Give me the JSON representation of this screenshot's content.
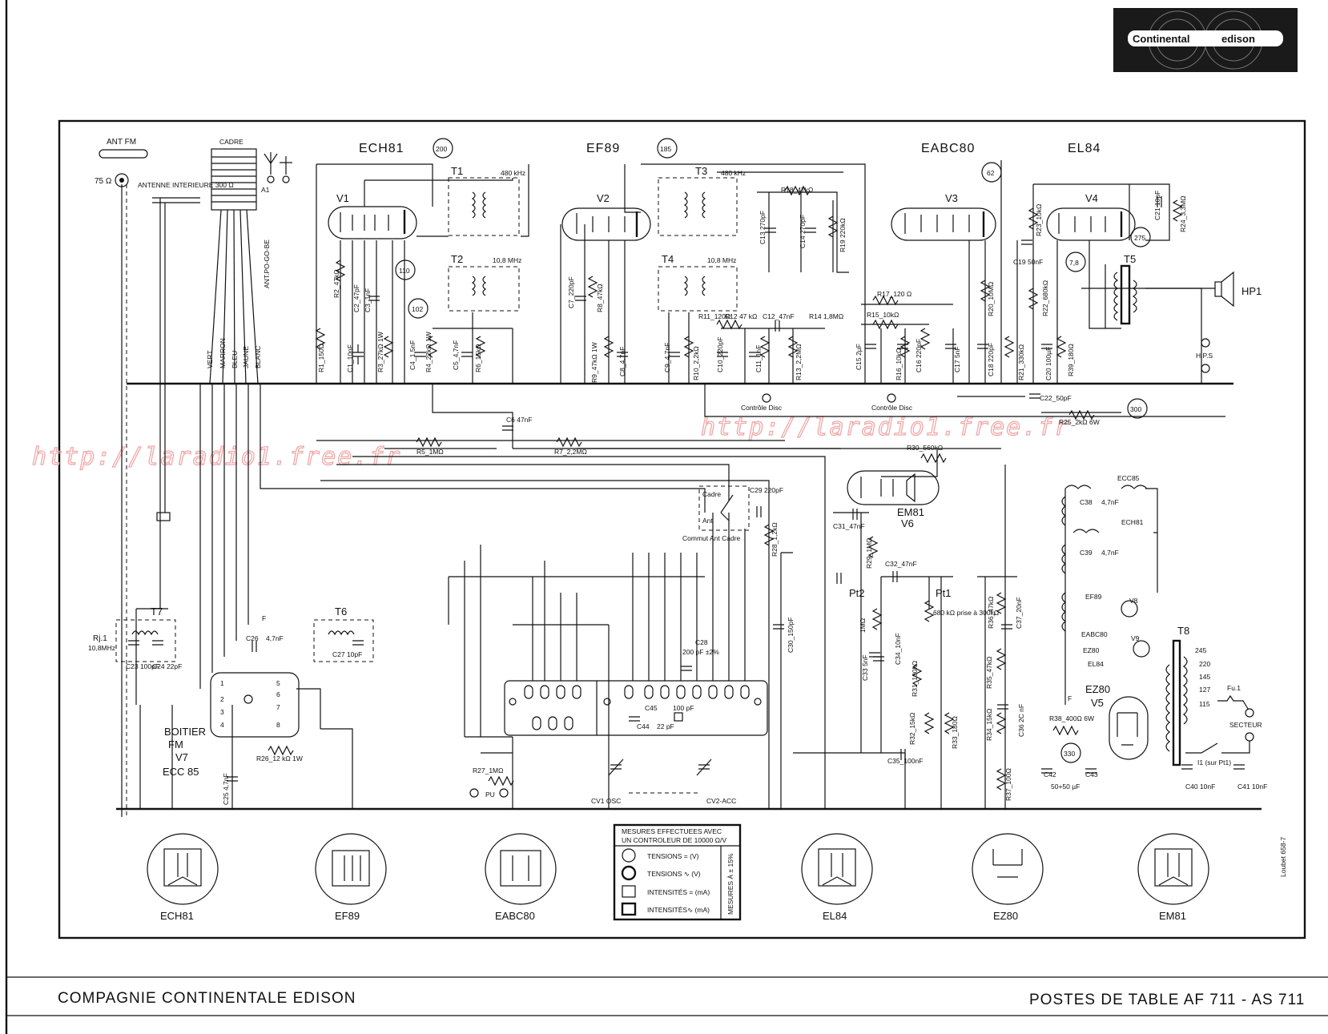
{
  "logo": {
    "text_left": "Continental",
    "text_right": "edison"
  },
  "watermark": [
    "http://laradio1.free.fr",
    "http://laradio1.free.fr"
  ],
  "footer": {
    "left": "COMPAGNIE CONTINENTALE EDISON",
    "right": "POSTES DE TABLE AF 711 - AS 711"
  },
  "tubes": {
    "v1": {
      "type": "ECH81",
      "ref": "V1"
    },
    "v2": {
      "type": "EF89",
      "ref": "V2"
    },
    "v3": {
      "type": "EABC80",
      "ref": "V3"
    },
    "v4": {
      "type": "EL84",
      "ref": "V4"
    },
    "v6": {
      "type": "EM81",
      "ref": "V6"
    },
    "v5": {
      "type": "EZ80",
      "ref": "V5"
    },
    "v7": {
      "type": "ECC 85",
      "ref": "V7"
    }
  },
  "test_points": [
    "200",
    "185",
    "62",
    "110",
    "102",
    "275",
    "7,8",
    "300",
    "330"
  ],
  "antenna": {
    "ant_fm": "ANT FM",
    "ohm75": "75 Ω",
    "interior": "ANTENNE INTERIEURE 300 Ω",
    "cadre": "CADRE",
    "a1": "A1",
    "ant_po_go_be": "ANT.PO-GO-BE",
    "wires": [
      "VERT",
      "MARRON",
      "BLEU",
      "JAUNE",
      "BLANC"
    ]
  },
  "transformers": {
    "t1": "T1",
    "t2": "T2",
    "t3": "T3",
    "t4": "T4",
    "t5": "T5",
    "t6": "T6",
    "t7": "T7",
    "t8": "T8",
    "f480a": "480 kHz",
    "f108a": "10,8 MHz",
    "f480b": "480 kHz",
    "f108b": "10,8 MHz",
    "rj1": "Rj.1",
    "rj1_freq": "10,8MHz"
  },
  "components": {
    "r1": "R1_150Ω",
    "c1": "C1_10nF",
    "r2": "R2_47kΩ",
    "c2": "C2_47pF",
    "c3": "C3_1nF",
    "r3": "R3_27kΩ 1W",
    "c4": "C4_1,5nF",
    "r4": "R4_22kΩ 1W",
    "c5": "C5_4,7nF",
    "r6": "R6_15kΩ",
    "c7": "C7_220pF",
    "r8": "R8_47kΩ",
    "r9": "R9_47kΩ 1W",
    "c8": "C8_4,7nF",
    "c9": "C9_4,7nF",
    "r10": "R10_2,2kΩ",
    "c10": "C10_220pF",
    "c11": "C11_1nF",
    "r13": "R13_2,2MΩ",
    "r11": "R11_120Ω",
    "r12": "R12 47 kΩ",
    "c12": "C12_47nF",
    "r14": "R14 1,8MΩ",
    "c13": "C13 270pF",
    "c14": "C14 270pF",
    "r18": "R18_47kΩ",
    "r19": "R19 220kΩ",
    "r17": "R17_120 Ω",
    "r15": "R15_10kΩ",
    "c15": "C15 2µF",
    "r16": "R16_10kΩ",
    "c16": "C16 220pF",
    "c17": "C17 5nF",
    "r20": "R20_10MΩ",
    "c18": "C18 220pF",
    "r21": "R21_330kΩ",
    "r23": "R23_10kΩ",
    "c19": "C19 50nF",
    "r22": "R22_680kΩ",
    "c20": "C20 100µF",
    "r39": "R39_180Ω",
    "c21": "C21 10pF",
    "r24": "R24_3,3MΩ",
    "c6": "C6 47nF",
    "c22": "C22_50pF",
    "r25": "R25_2kΩ 6W",
    "r5": "R5_1MΩ",
    "r7": "R7_2,2MΩ",
    "r30": "R30_560kΩ",
    "c31": "C31_47nF",
    "r29": "R29_1MΩ",
    "c32": "C32_47nF",
    "pt1": "Pt1",
    "pt1_val": "680 kΩ prise à 300kΩ",
    "pt2": "Pt2",
    "pt2_val": "1MΩ",
    "c33": "C33 5nF",
    "c34": "C34_10nF",
    "r31": "R31_100kΩ",
    "r32": "R32_15kΩ",
    "r33": "R33_180Ω",
    "c35": "C35_100nF",
    "r36": "R36_47kΩ",
    "c37": "C37_20nF",
    "r35": "R35_47kΩ",
    "r34": "R34_15kΩ",
    "c36": "C36 2C nF",
    "r37": "R37_100Ω",
    "r38": "R38_400Ω 6W",
    "c42": "C42",
    "c43": "C43",
    "c42_43": "50+50 µF",
    "c40": "C40 10nF",
    "c41": "C41 10nF",
    "c29": "C29 220pF",
    "r28": "R28_1,2kΩ",
    "c30": "C30_150pF",
    "c26": "C26",
    "c26_val": "4,7nF",
    "c27": "C27 10pF",
    "c23": "C23 100pF",
    "c24": "C24 22pF",
    "c25": "C25 4,7nF",
    "r26": "R26_12 kΩ 1W",
    "r27": "R27_1MΩ",
    "c28": "C28",
    "c28_val": "200 pF ±2%",
    "c45": "C45",
    "c45_val": "100 pF",
    "c44": "C44",
    "c44_val": "22 pF",
    "cv1": "CV1 OSC",
    "cv2": "CV2-ACC",
    "pu": "PU",
    "f": "F"
  },
  "labels": {
    "controle_disc_1": "Contrôle Disc",
    "controle_disc_2": "Contrôle Disc",
    "commut_cadre": "Cadre",
    "commut_ant": "Ant",
    "commut": "Commut Ant Cadre",
    "boitier": "BOITIER",
    "fm": "FM",
    "hp1": "HP1",
    "hps": "H.P.S",
    "secteur": "SECTEUR",
    "fu1": "Fu.1",
    "i1": "I1 (sur Pt1)",
    "v8": "V8",
    "v9": "V9",
    "heater_labels": [
      "ECC85",
      "ECH81",
      "EF89",
      "EABC80",
      "EZ80",
      "EL84"
    ],
    "c38": "C38",
    "c38_val": "4,7nF",
    "c39": "C39",
    "c39_val": "4,7nF",
    "tap_voltages": [
      "245",
      "220",
      "145",
      "127",
      "115"
    ],
    "signature": "Loubet 658-7"
  },
  "legend": {
    "title_1": "MESURES EFFECTUEES AVEC",
    "title_2": "UN CONTROLEUR DE 10000 Ω/V",
    "rows": [
      "TENSIONS = (V)",
      "TENSIONS ∿ (V)",
      "INTENSITÉS = (mA)",
      "INTENSITÉS∿ (mA)"
    ],
    "side": "MESURES À ± 15%"
  },
  "sockets": [
    "ECH81",
    "EF89",
    "EABC80",
    "EL84",
    "EZ80",
    "EM81"
  ]
}
